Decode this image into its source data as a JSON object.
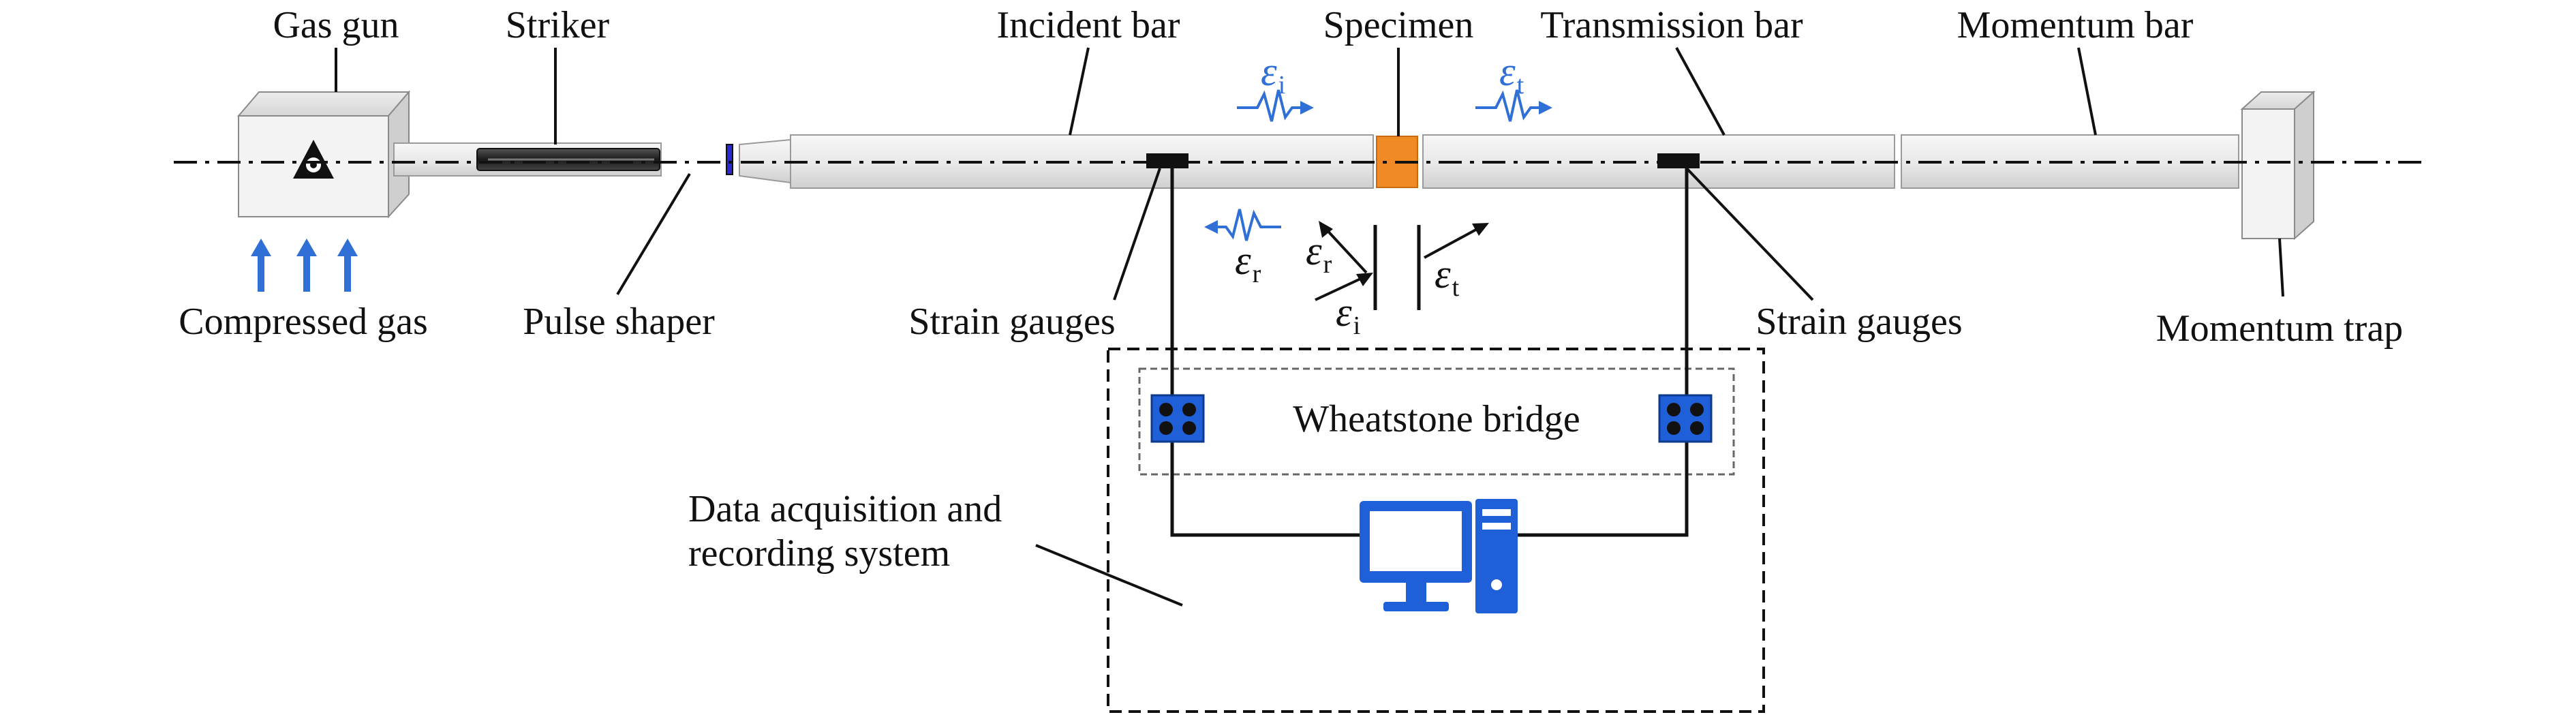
{
  "labels": {
    "gas_gun": "Gas gun",
    "striker": "Striker",
    "incident_bar": "Incident bar",
    "specimen": "Specimen",
    "transmission_bar": "Transmission bar",
    "momentum_bar": "Momentum bar",
    "compressed_gas": "Compressed gas",
    "pulse_shaper": "Pulse shaper",
    "strain_gauges_left": "Strain gauges",
    "strain_gauges_right": "Strain gauges",
    "momentum_trap": "Momentum trap",
    "wheatstone_bridge": "Wheatstone bridge",
    "daq_line1": "Data acquisition and",
    "daq_line2": "recording system"
  },
  "symbols": {
    "epsilon": "ε",
    "sub_incident": "i",
    "sub_reflected": "r",
    "sub_transmitted": "t"
  },
  "colors": {
    "wave_blue": "#2f6fd6",
    "device_blue": "#1f5fd8",
    "specimen_orange": "#f08a24",
    "gauge_black": "#111111",
    "bar_grey": "#e6e6e6"
  },
  "icons": {
    "gas_gun": "hazard-triangle-icon",
    "gas_flow": "up-arrow-icon",
    "computer": "desktop-computer-icon",
    "bridge": "four-dot-connector-icon"
  }
}
